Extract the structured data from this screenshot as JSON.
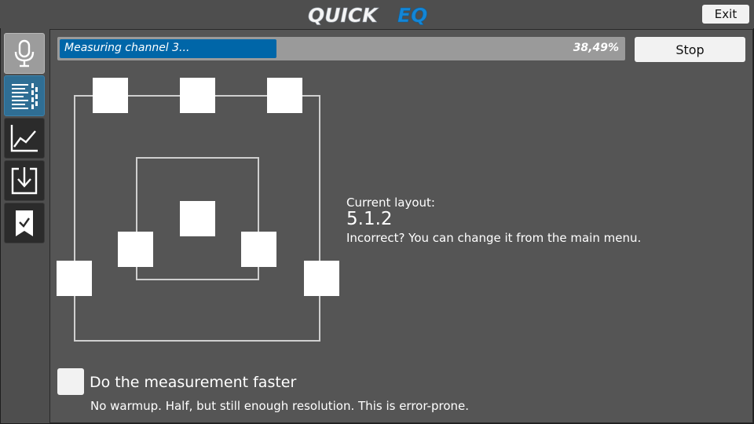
{
  "app": {
    "logo_text": "QUICKEQ",
    "exit_label": "Exit",
    "colors": {
      "background": "#4e4e4e",
      "panel": "#555555",
      "accent": "#0066a8",
      "active_nav": "#2f6e94"
    }
  },
  "sidebar": {
    "items": [
      {
        "icon": "microphone-icon",
        "state": "selected"
      },
      {
        "icon": "list-icon",
        "state": "active"
      },
      {
        "icon": "line-chart-icon",
        "state": "normal"
      },
      {
        "icon": "download-icon",
        "state": "normal"
      },
      {
        "icon": "bookmark-check-icon",
        "state": "normal"
      }
    ]
  },
  "progress": {
    "label": "Measuring channel 3...",
    "percent_text": "38,49%",
    "fraction": 0.3849
  },
  "stop_label": "Stop",
  "layout": {
    "caption": "Current layout:",
    "value": "5.1.2",
    "hint": "Incorrect? You can change it from the main menu."
  },
  "faster": {
    "label": "Do the measurement faster",
    "description": "No warmup. Half, but still enough resolution. This is error-prone.",
    "checked": false
  }
}
